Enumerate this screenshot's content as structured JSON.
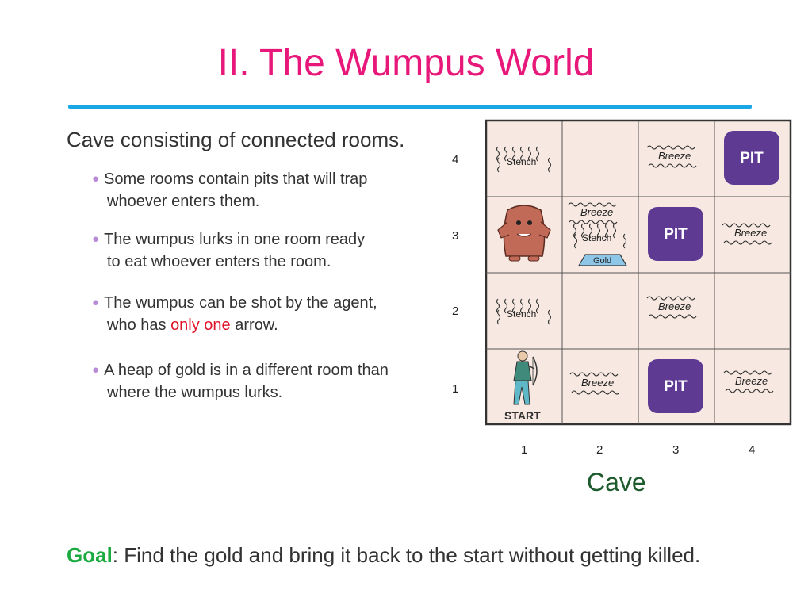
{
  "title": "II. The Wumpus World",
  "heading": "Cave consisting of connected rooms.",
  "bullets": {
    "b1_line1": "Some rooms contain pits that will trap",
    "b1_line2": "whoever enters them.",
    "b2_line1": "The wumpus lurks in one room ready",
    "b2_line2": "to eat whoever enters the room.",
    "b3_line1": "The wumpus can be shot by the agent,",
    "b3_line2_pre": "who has ",
    "b3_line2_highlight": "only one",
    "b3_line2_post": " arrow.",
    "b4_line1": "A heap of gold is in a different room than",
    "b4_line2": "where the wumpus lurks."
  },
  "grid": {
    "row_labels": [
      "4",
      "3",
      "2",
      "1"
    ],
    "col_labels": [
      "1",
      "2",
      "3",
      "4"
    ],
    "stench": "Stench",
    "breeze": "Breeze",
    "pit": "PIT",
    "gold": "Gold",
    "start": "START"
  },
  "cave_label": "Cave",
  "goal": {
    "label": "Goal",
    "text": ": Find the gold and bring it back to the start without getting killed."
  },
  "colors": {
    "title": "#e8177a",
    "rule": "#1aa7e6",
    "pit": "#5e3a93",
    "grid_bg": "#f7e9e1",
    "goal": "#1aaa40",
    "highlight": "#e0142a"
  }
}
